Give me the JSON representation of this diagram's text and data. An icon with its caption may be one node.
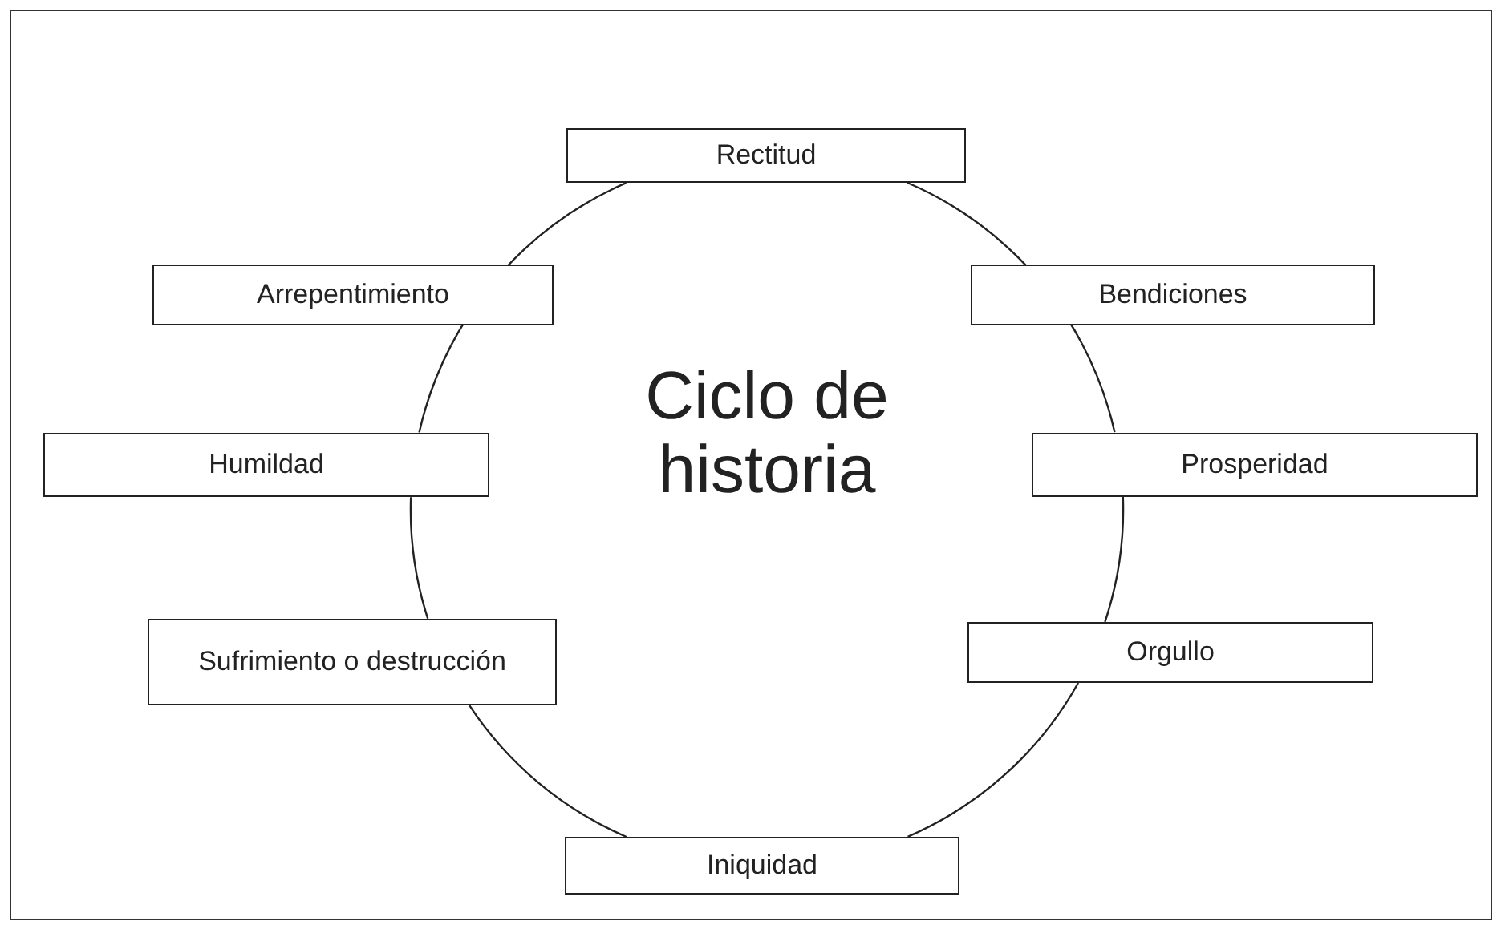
{
  "diagram": {
    "nodes": [
      {
        "text": [
          "Rectitud"
        ]
      },
      {
        "text": [
          "Arrepentimiento"
        ]
      },
      {
        "text": [
          "Bendiciones"
        ]
      },
      {
        "text": [
          "Humildad"
        ]
      },
      {
        "text": [
          "Prosperidad"
        ]
      },
      {
        "text": [
          "Sufrimiento o destrucción"
        ]
      },
      {
        "text": [
          "Orgullo"
        ]
      },
      {
        "text": [
          "Iniquidad"
        ]
      }
    ],
    "edges": [
      {
        "from": 0,
        "to": 2,
        "arrow": "none"
      },
      {
        "from": 2,
        "to": 4,
        "arrow": "none"
      },
      {
        "from": 4,
        "to": 6,
        "arrow": "none"
      },
      {
        "from": 6,
        "to": 7,
        "arrow": "none"
      },
      {
        "from": 7,
        "to": 5,
        "arrow": "none"
      },
      {
        "from": 5,
        "to": 3,
        "arrow": "none"
      },
      {
        "from": 3,
        "to": 1,
        "arrow": "none"
      },
      {
        "from": 1,
        "to": 0,
        "arrow": "none"
      }
    ],
    "labels": [
      "Ciclo de historia"
    ]
  }
}
